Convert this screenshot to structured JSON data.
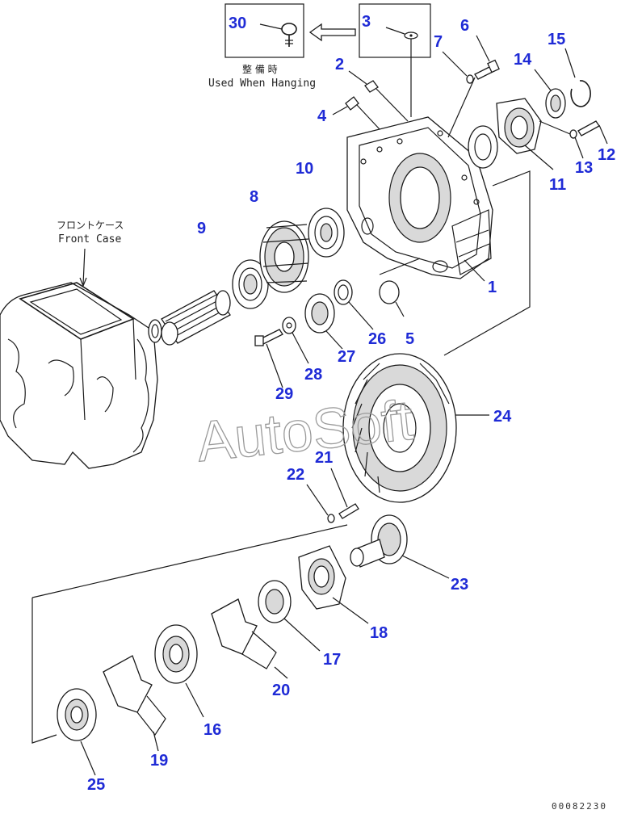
{
  "callouts": [
    {
      "id": "c1",
      "text": "1"
    },
    {
      "id": "c2",
      "text": "2"
    },
    {
      "id": "c3",
      "text": "3"
    },
    {
      "id": "c4",
      "text": "4"
    },
    {
      "id": "c5",
      "text": "5"
    },
    {
      "id": "c6",
      "text": "6"
    },
    {
      "id": "c7",
      "text": "7"
    },
    {
      "id": "c8",
      "text": "8"
    },
    {
      "id": "c9",
      "text": "9"
    },
    {
      "id": "c10",
      "text": "10"
    },
    {
      "id": "c11",
      "text": "11"
    },
    {
      "id": "c12",
      "text": "12"
    },
    {
      "id": "c13",
      "text": "13"
    },
    {
      "id": "c14",
      "text": "14"
    },
    {
      "id": "c15",
      "text": "15"
    },
    {
      "id": "c16",
      "text": "16"
    },
    {
      "id": "c17",
      "text": "17"
    },
    {
      "id": "c18",
      "text": "18"
    },
    {
      "id": "c19",
      "text": "19"
    },
    {
      "id": "c20",
      "text": "20"
    },
    {
      "id": "c21",
      "text": "21"
    },
    {
      "id": "c22",
      "text": "22"
    },
    {
      "id": "c23",
      "text": "23"
    },
    {
      "id": "c24",
      "text": "24"
    },
    {
      "id": "c25",
      "text": "25"
    },
    {
      "id": "c26",
      "text": "26"
    },
    {
      "id": "c27",
      "text": "27"
    },
    {
      "id": "c28",
      "text": "28"
    },
    {
      "id": "c29",
      "text": "29"
    },
    {
      "id": "c30",
      "text": "30"
    }
  ],
  "notes": {
    "front_case_jp": "フロントケース",
    "front_case_en": "Front Case",
    "hanging_jp": "整 備 時",
    "hanging_en": "Used When Hanging"
  },
  "watermark": "AutoSoft",
  "doc_number": "00082230",
  "colors": {
    "callout": "#1f2bd6",
    "line": "#1a1a1a",
    "watermark": "#9a9a9a"
  }
}
